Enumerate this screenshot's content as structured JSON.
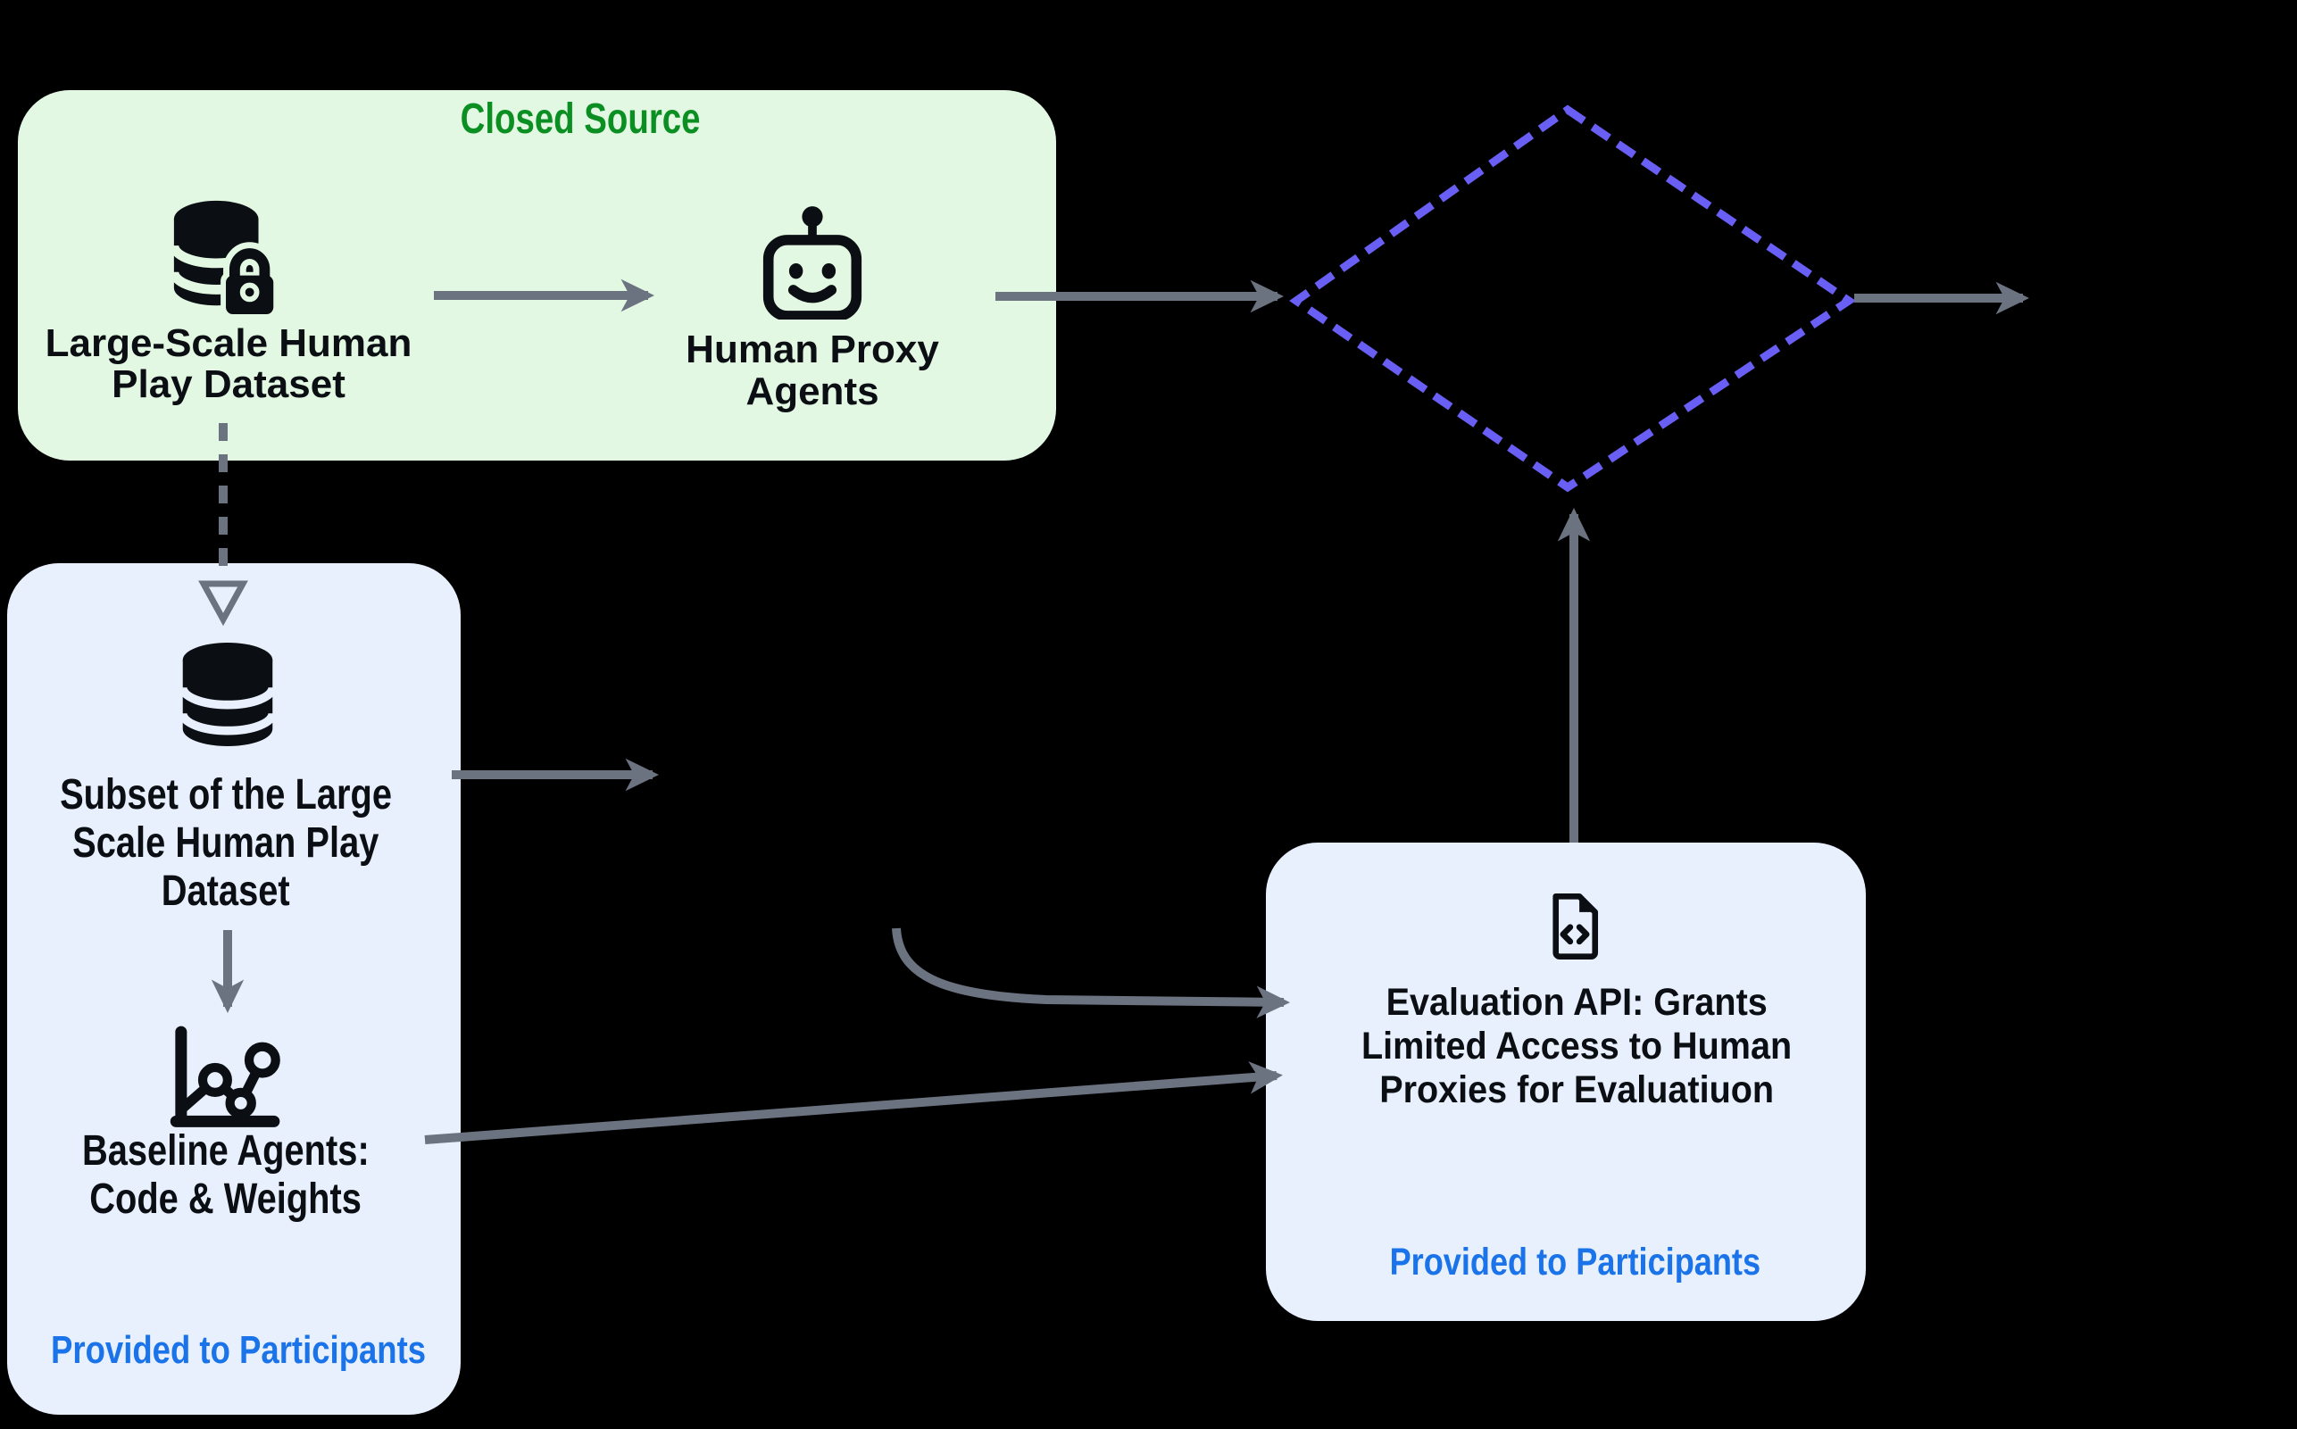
{
  "colors": {
    "page_bg": "#000000",
    "green_box_bg": "#e3f8e2",
    "green_title": "#0b8e22",
    "blue_box_bg": "#e8f0fe",
    "blue_footer": "#1a73e8",
    "ink": "#0b0e13",
    "arrow": "#6b7280",
    "diamond": "#6a5ff5"
  },
  "closed_source_box": {
    "title": "Closed Source",
    "dataset_node": {
      "icon": "database-lock-icon",
      "lines": [
        "Large-Scale Human",
        "Play Dataset"
      ]
    },
    "proxy_node": {
      "icon": "robot-icon",
      "lines": [
        "Human Proxy",
        "Agents"
      ]
    }
  },
  "participants_box": {
    "subset_node": {
      "icon": "database-icon",
      "lines": [
        "Subset of the Large",
        "Scale Human Play",
        "Dataset"
      ]
    },
    "baseline_node": {
      "icon": "scatter-chart-icon",
      "lines": [
        "Baseline Agents:",
        "Code & Weights"
      ]
    },
    "footer": "Provided to Participants"
  },
  "evaluation_box": {
    "api_node": {
      "icon": "code-file-icon",
      "lines": [
        "Evaluation API: Grants",
        "Limited Access to Human",
        "Proxies for Evaluatiuon"
      ]
    },
    "footer": "Provided to Participants"
  },
  "decision_diamond": {
    "style": "dashed",
    "label": ""
  }
}
